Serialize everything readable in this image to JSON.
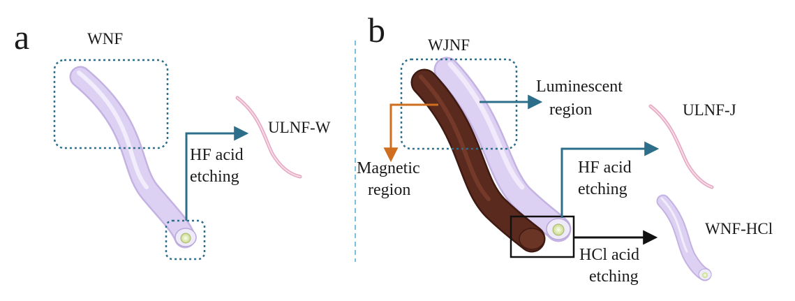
{
  "panel_a": {
    "panel_label": "a",
    "source_label": "WNF",
    "process_line1": "HF acid",
    "process_line2": "etching",
    "product_label": "ULNF-W"
  },
  "panel_b": {
    "panel_label": "b",
    "source_label": "WJNF",
    "luminescent_line1": "Luminescent",
    "luminescent_line2": "region",
    "magnetic_line1": "Magnetic",
    "magnetic_line2": "region",
    "hf_line1": "HF acid",
    "hf_line2": "etching",
    "hf_product_label": "ULNF-J",
    "hcl_line1": "HCl acid",
    "hcl_line2": "etching",
    "hcl_product_label": "WNF-HCl"
  },
  "colors": {
    "fiber_lavender": "#ddd1f3",
    "fiber_magnetic": "#5a2a1e",
    "fiber_ulnf": "#f1c4d6",
    "arrow_teal": "#2d6f8a",
    "arrow_orange": "#cf6e1e",
    "arrow_black": "#111111",
    "divider": "#7cc0df"
  }
}
